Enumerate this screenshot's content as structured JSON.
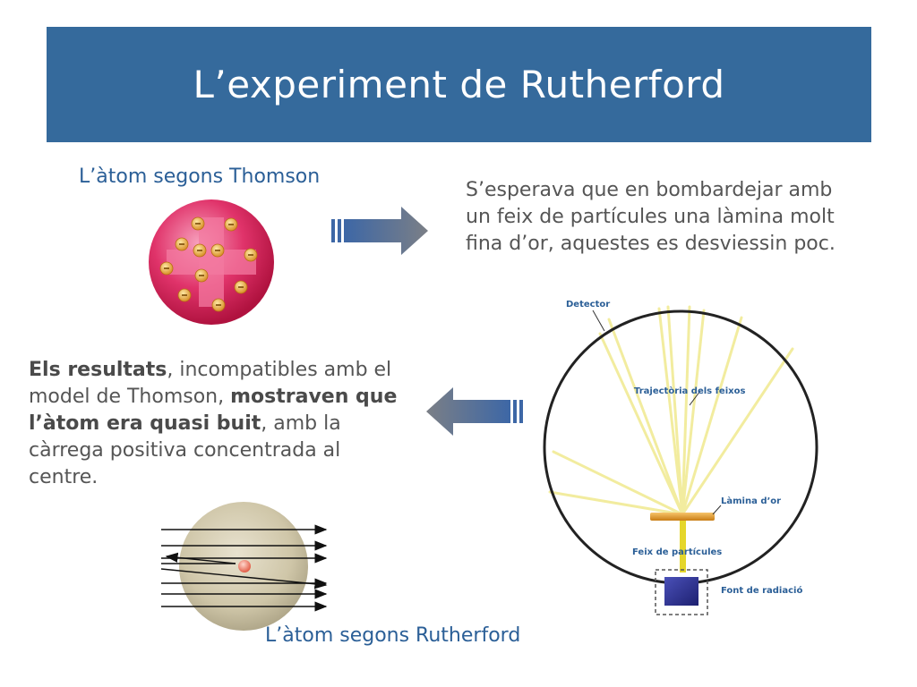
{
  "slide": {
    "title": "L’experiment de Rutherford"
  },
  "thomson": {
    "caption": "L’àtom segons Thomson",
    "electron_count": 11
  },
  "expectation": {
    "text": "S’esperava que en bombardejar amb un feix de partícules una làmina molt fina d’or, aquestes es desviessin poc."
  },
  "results": {
    "part1_bold": "Els resultats",
    "part2": ", incompatibles amb el model de Thomson, ",
    "part3_bold": "mostraven que l’àtom era quasi buit",
    "part4": ", amb la càrrega positiva concentrada al centre."
  },
  "rutherford": {
    "caption": "L’àtom segons Rutherford"
  },
  "apparatus": {
    "labels": {
      "detector": "Detector",
      "trajectory": "Trajectòria dels feixos",
      "foil": "Làmina d’or",
      "beam": "Feix de partícules",
      "source": "Font de radiació"
    }
  },
  "colors": {
    "title_bar": "#356a9c",
    "caption_blue": "#2b5f97",
    "body_text": "#555555",
    "thomson_sphere": "#e0336a",
    "rays": "#f2ec9a",
    "source_box": "#2b2f8a"
  }
}
